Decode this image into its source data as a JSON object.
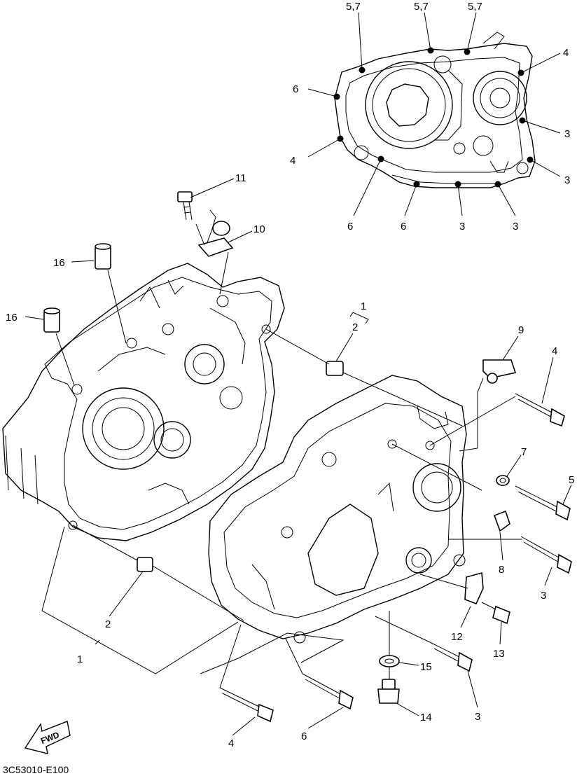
{
  "diagram": {
    "code": "3C53010-E100",
    "fwd_label": "FWD",
    "inset_labels": {
      "a": "5,7",
      "b": "5,7",
      "c": "5,7",
      "d": "4",
      "e": "6",
      "f": "4",
      "g": "3",
      "h": "3",
      "i": "6",
      "j": "6",
      "k": "3",
      "l": "3"
    },
    "callouts": {
      "p11": "11",
      "p10": "10",
      "p16a": "16",
      "p16b": "16",
      "p1top": "1",
      "p2top": "2",
      "p9": "9",
      "p4right": "4",
      "p7": "7",
      "p5": "5",
      "p8": "8",
      "p3right": "3",
      "p12": "12",
      "p13": "13",
      "p15": "15",
      "p14": "14",
      "p3bottom": "3",
      "p6bottom": "6",
      "p4bottom": "4",
      "p2left": "2",
      "p1left": "1"
    }
  }
}
